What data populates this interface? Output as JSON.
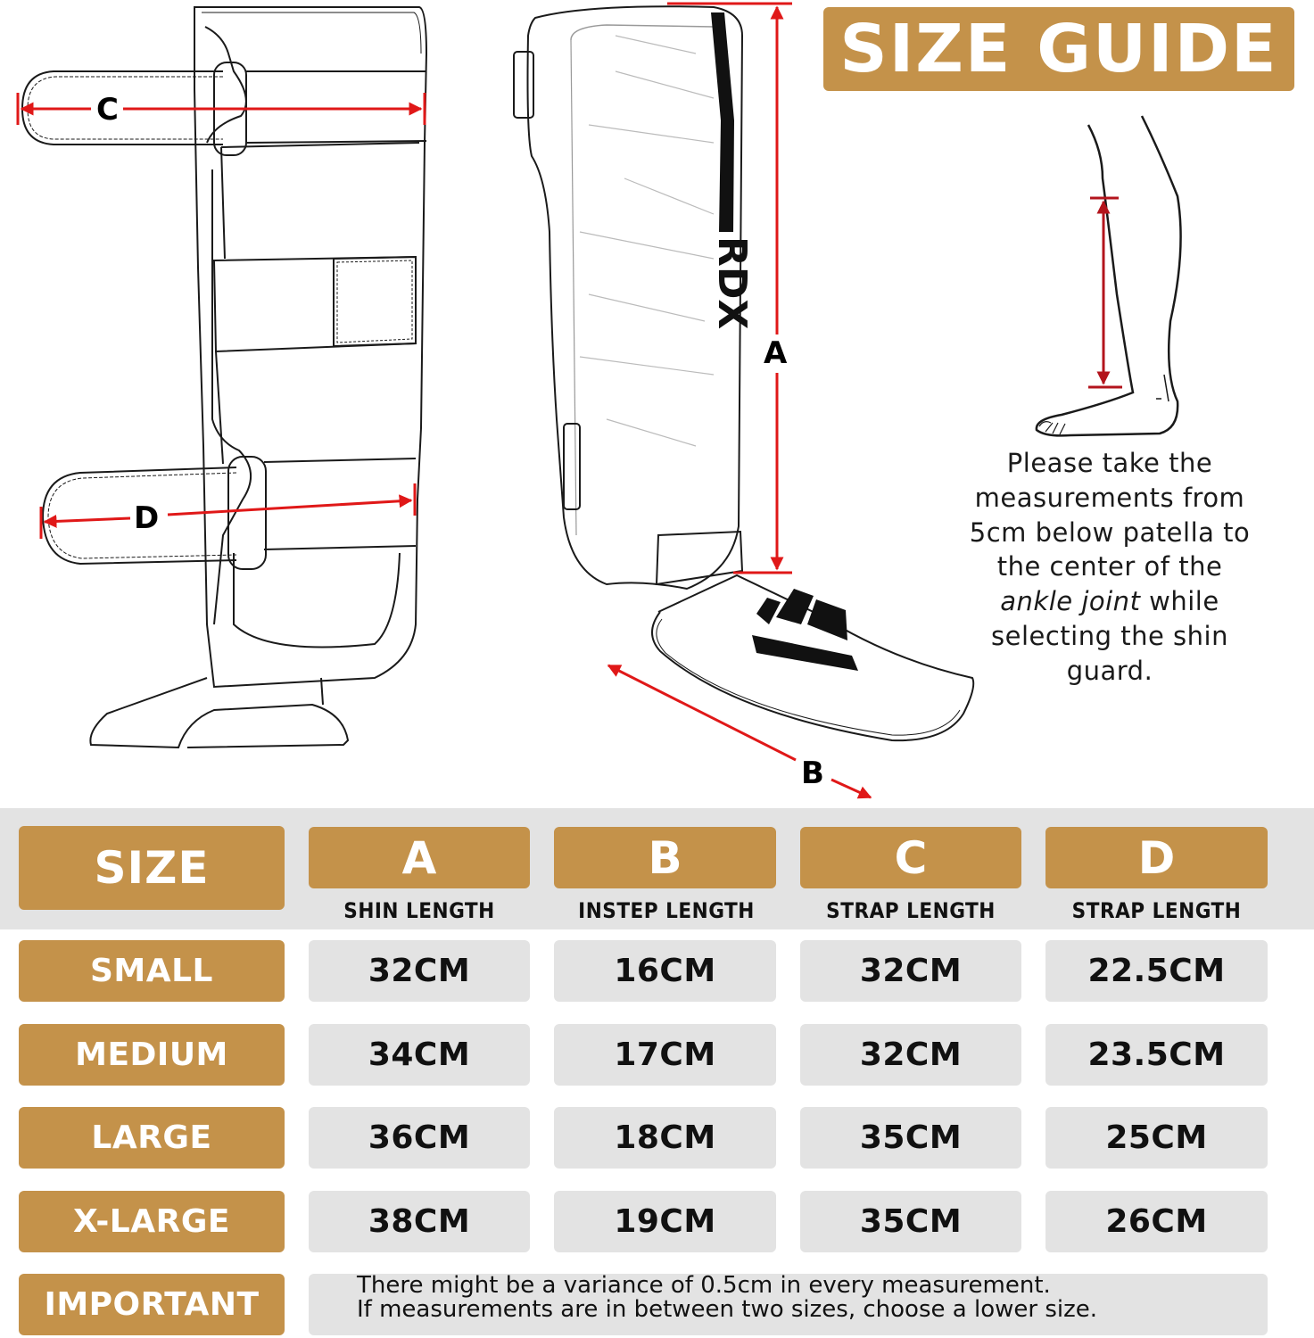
{
  "title": "SIZE GUIDE",
  "instructions": {
    "line1": "Please take the",
    "line2": "measurements from",
    "line3": "5cm below patella to",
    "line4": "the center of the",
    "italic": "ankle joint",
    "line5_rest": " while",
    "line6": "selecting the shin",
    "line7": "guard."
  },
  "diagram": {
    "brand": "RDX",
    "labels": {
      "A": "A",
      "B": "B",
      "C": "C",
      "D": "D"
    },
    "colors": {
      "measure_line": "#e01818",
      "outline": "#1a1a1a",
      "leg_marker": "#b3141c"
    }
  },
  "table": {
    "size_header": "SIZE",
    "columns": [
      {
        "letter": "A",
        "label": "SHIN LENGTH"
      },
      {
        "letter": "B",
        "label": "INSTEP LENGTH"
      },
      {
        "letter": "C",
        "label": "STRAP LENGTH"
      },
      {
        "letter": "D",
        "label": "STRAP LENGTH"
      }
    ],
    "rows": [
      {
        "size": "SMALL",
        "values": [
          "32CM",
          "16CM",
          "32CM",
          "22.5CM"
        ]
      },
      {
        "size": "MEDIUM",
        "values": [
          "34CM",
          "17CM",
          "32CM",
          "23.5CM"
        ]
      },
      {
        "size": "LARGE",
        "values": [
          "36CM",
          "18CM",
          "35CM",
          "25CM"
        ]
      },
      {
        "size": "X-LARGE",
        "values": [
          "38CM",
          "19CM",
          "35CM",
          "26CM"
        ]
      }
    ],
    "important": {
      "label": "IMPORTANT",
      "line1": "There might be a variance of 0.5cm in every measurement.",
      "line2": "If measurements are in between two sizes, choose a lower size."
    }
  },
  "colors": {
    "gold": "#c4924a",
    "grey": "#e3e3e3",
    "text": "#111111",
    "white": "#ffffff"
  }
}
